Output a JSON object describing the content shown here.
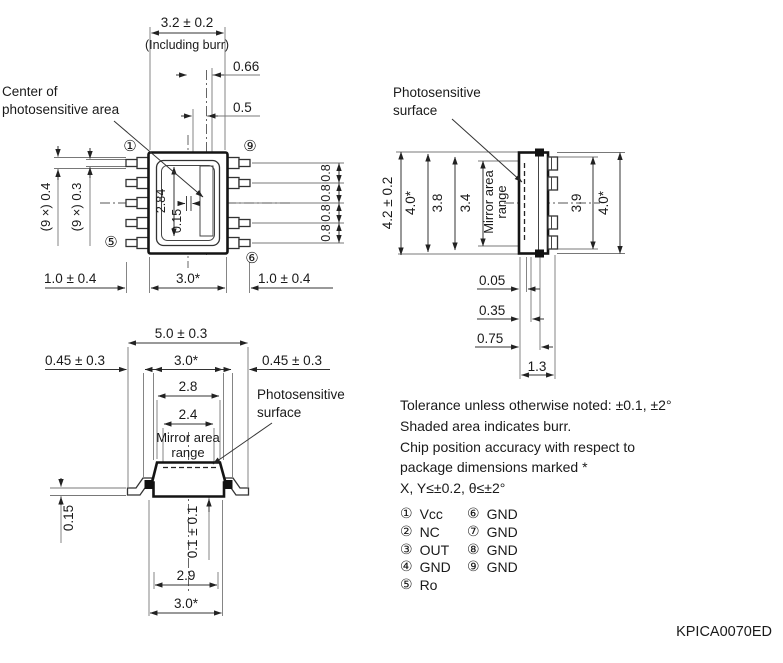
{
  "doc_code": "KPICA0070ED",
  "top_view": {
    "center_label_1": "Center of",
    "center_label_2": "photosensitive area",
    "dim_width": "3.2 ± 0.2",
    "dim_width_note": "(Including burr)",
    "dim_offset_a": "0.66",
    "dim_offset_b": "0.5",
    "dim_lead_w": "(9 ×) 0.4",
    "dim_tip_w": "(9 ×) 0.3",
    "dim_strip_len": "2.84",
    "dim_strip_off": "0.15",
    "dim_pitch": "0.8",
    "dim_lead_left": "1.0 ± 0.4",
    "dim_body": "3.0*",
    "dim_lead_right": "1.0 ± 0.4",
    "pin_top_left": "①",
    "pin_top_right": "⑨",
    "pin_bottom_left": "⑤",
    "pin_bottom_right": "⑥"
  },
  "side_view": {
    "label_1": "Photosensitive",
    "label_2": "surface",
    "dim_total": "4.2 ± 0.2",
    "dim_body": "4.0*",
    "dim_38": "3.8",
    "dim_34": "3.4",
    "mirror_1": "Mirror area",
    "mirror_2": "range",
    "dim_39": "3.9",
    "dim_body_r": "4.0*",
    "dim_005": "0.05",
    "dim_035": "0.35",
    "dim_075": "0.75",
    "dim_13": "1.3"
  },
  "front_view": {
    "label_1": "Photosensitive",
    "label_2": "surface",
    "mirror_1": "Mirror area",
    "mirror_2": "range",
    "dim_total": "5.0 ± 0.3",
    "dim_lead_l": "0.45 ± 0.3",
    "dim_body": "3.0*",
    "dim_lead_r": "0.45 ± 0.3",
    "dim_28": "2.8",
    "dim_24": "2.4",
    "dim_015": "0.15",
    "dim_01": "0.1 ± 0.1",
    "dim_29": "2.9",
    "dim_body_b": "3.0*"
  },
  "notes": {
    "line1": "Tolerance unless otherwise noted: ±0.1, ±2°",
    "line2": "Shaded area indicates burr.",
    "line3": "Chip position accuracy with respect to",
    "line4": "package dimensions marked *",
    "line5": "X, Y≤±0.2, θ≤±2°"
  },
  "pins": {
    "col1": [
      {
        "num": "①",
        "name": "Vcc"
      },
      {
        "num": "②",
        "name": "NC"
      },
      {
        "num": "③",
        "name": "OUT"
      },
      {
        "num": "④",
        "name": "GND"
      },
      {
        "num": "⑤",
        "name": "Ro"
      }
    ],
    "col2": [
      {
        "num": "⑥",
        "name": "GND"
      },
      {
        "num": "⑦",
        "name": "GND"
      },
      {
        "num": "⑧",
        "name": "GND"
      },
      {
        "num": "⑨",
        "name": "GND"
      }
    ]
  }
}
